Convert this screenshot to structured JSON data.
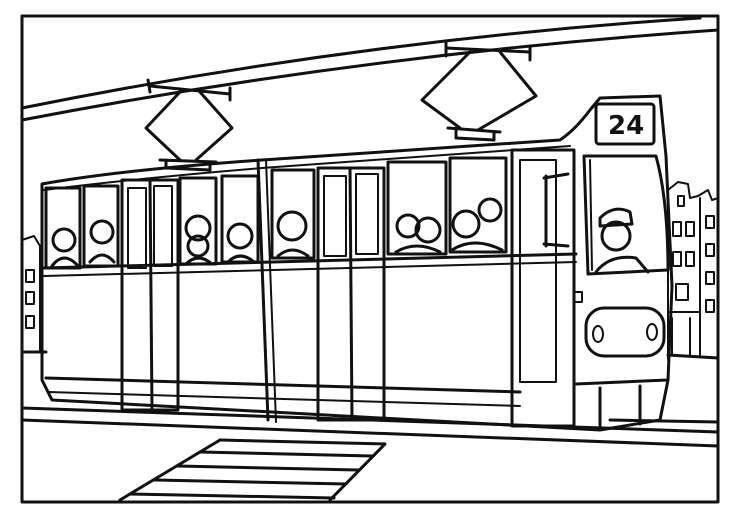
{
  "tram": {
    "route_number": "24"
  },
  "palette": {
    "ink": "#111111",
    "paper": "#ffffff"
  },
  "icons": [
    "tram-illustration",
    "pantograph-icon",
    "driver-figure",
    "passenger-figure",
    "building-icon"
  ]
}
